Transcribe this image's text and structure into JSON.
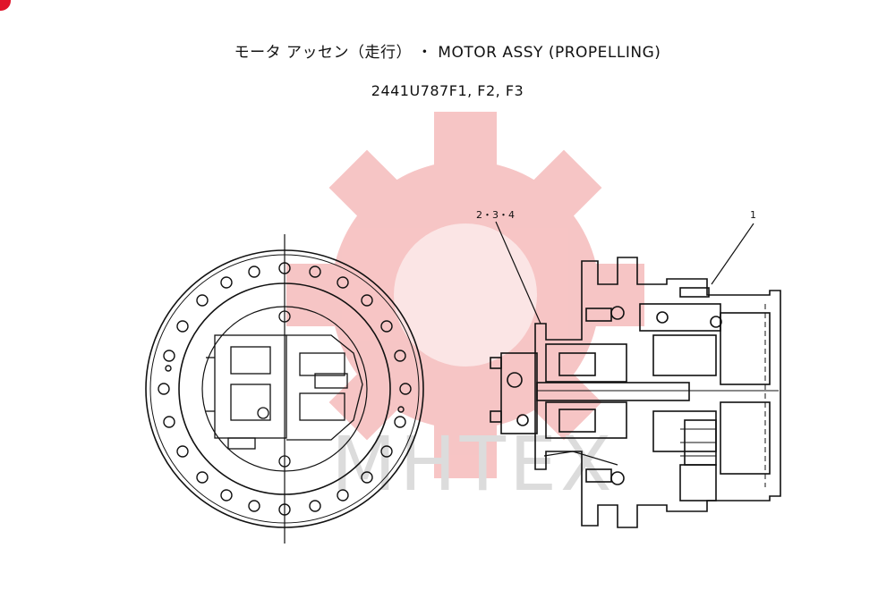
{
  "title": "モータ アッセン（走行） ・ MOTOR ASSY (PROPELLING)",
  "part_numbers": "2441U787F1, F2, F3",
  "callouts": {
    "left": "2・3・4",
    "right": "1"
  },
  "watermark": {
    "text": "MHTEX",
    "color": "#f2a0a0"
  },
  "colors": {
    "line": "#111111",
    "watermark_red": "#f2a0a0",
    "corner": "#e0142a"
  }
}
